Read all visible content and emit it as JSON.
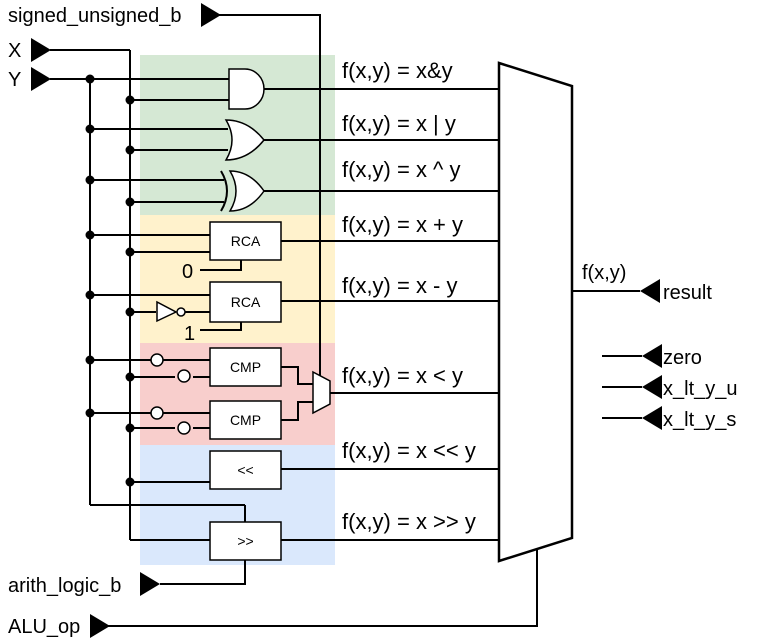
{
  "ports": {
    "signed_unsigned_b": "signed_unsigned_b",
    "x": "X",
    "y": "Y",
    "arith_logic_b": "arith_logic_b",
    "alu_op": "ALU_op",
    "result": "result",
    "zero": "zero",
    "x_lt_y_u": "x_lt_y_u",
    "x_lt_y_s": "x_lt_y_s"
  },
  "functions": [
    "f(x,y) = x&y",
    "f(x,y) = x | y",
    "f(x,y) = x ^ y",
    "f(x,y) = x + y",
    "f(x,y) = x - y",
    "f(x,y) = x < y",
    "f(x,y) = x << y",
    "f(x,y) = x >> y"
  ],
  "blocks": {
    "rca": "RCA",
    "cmp": "CMP",
    "shift_left": "<<",
    "shift_right": ">>"
  },
  "carry_in": {
    "add": "0",
    "sub": "1"
  },
  "mux_output_label": "f(x,y)",
  "region_colors": {
    "logic": "#d5e8d4",
    "arith": "#fff2cc",
    "compare": "#f8cecc",
    "shift": "#dae8fc"
  }
}
